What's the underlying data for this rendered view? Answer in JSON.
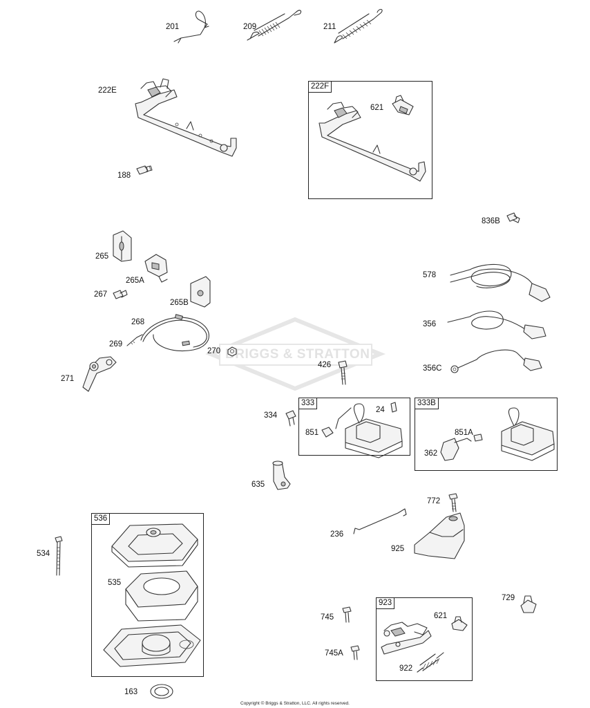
{
  "diagram": {
    "watermark": "BRIGGS & STRATTON",
    "copyright": "Copyright © Briggs & Stratton, LLC. All rights reserved.",
    "callouts": {
      "p201": "201",
      "p209": "209",
      "p211": "211",
      "p222E": "222E",
      "p188": "188",
      "p621a": "621",
      "p836B": "836B",
      "p265": "265",
      "p265A": "265A",
      "p267": "267",
      "p265B": "265B",
      "p268": "268",
      "p269": "269",
      "p270": "270",
      "p271": "271",
      "p426": "426",
      "p578": "578",
      "p356": "356",
      "p356C": "356C",
      "p334": "334",
      "p24": "24",
      "p851": "851",
      "p851A": "851A",
      "p362": "362",
      "p635": "635",
      "p772": "772",
      "p236": "236",
      "p925": "925",
      "p534": "534",
      "p535": "535",
      "p163": "163",
      "p745": "745",
      "p745A": "745A",
      "p621b": "621",
      "p922": "922",
      "p729": "729"
    },
    "boxes": {
      "b222F": "222F",
      "b333": "333",
      "b333B": "333B",
      "b536": "536",
      "b923": "923"
    }
  }
}
